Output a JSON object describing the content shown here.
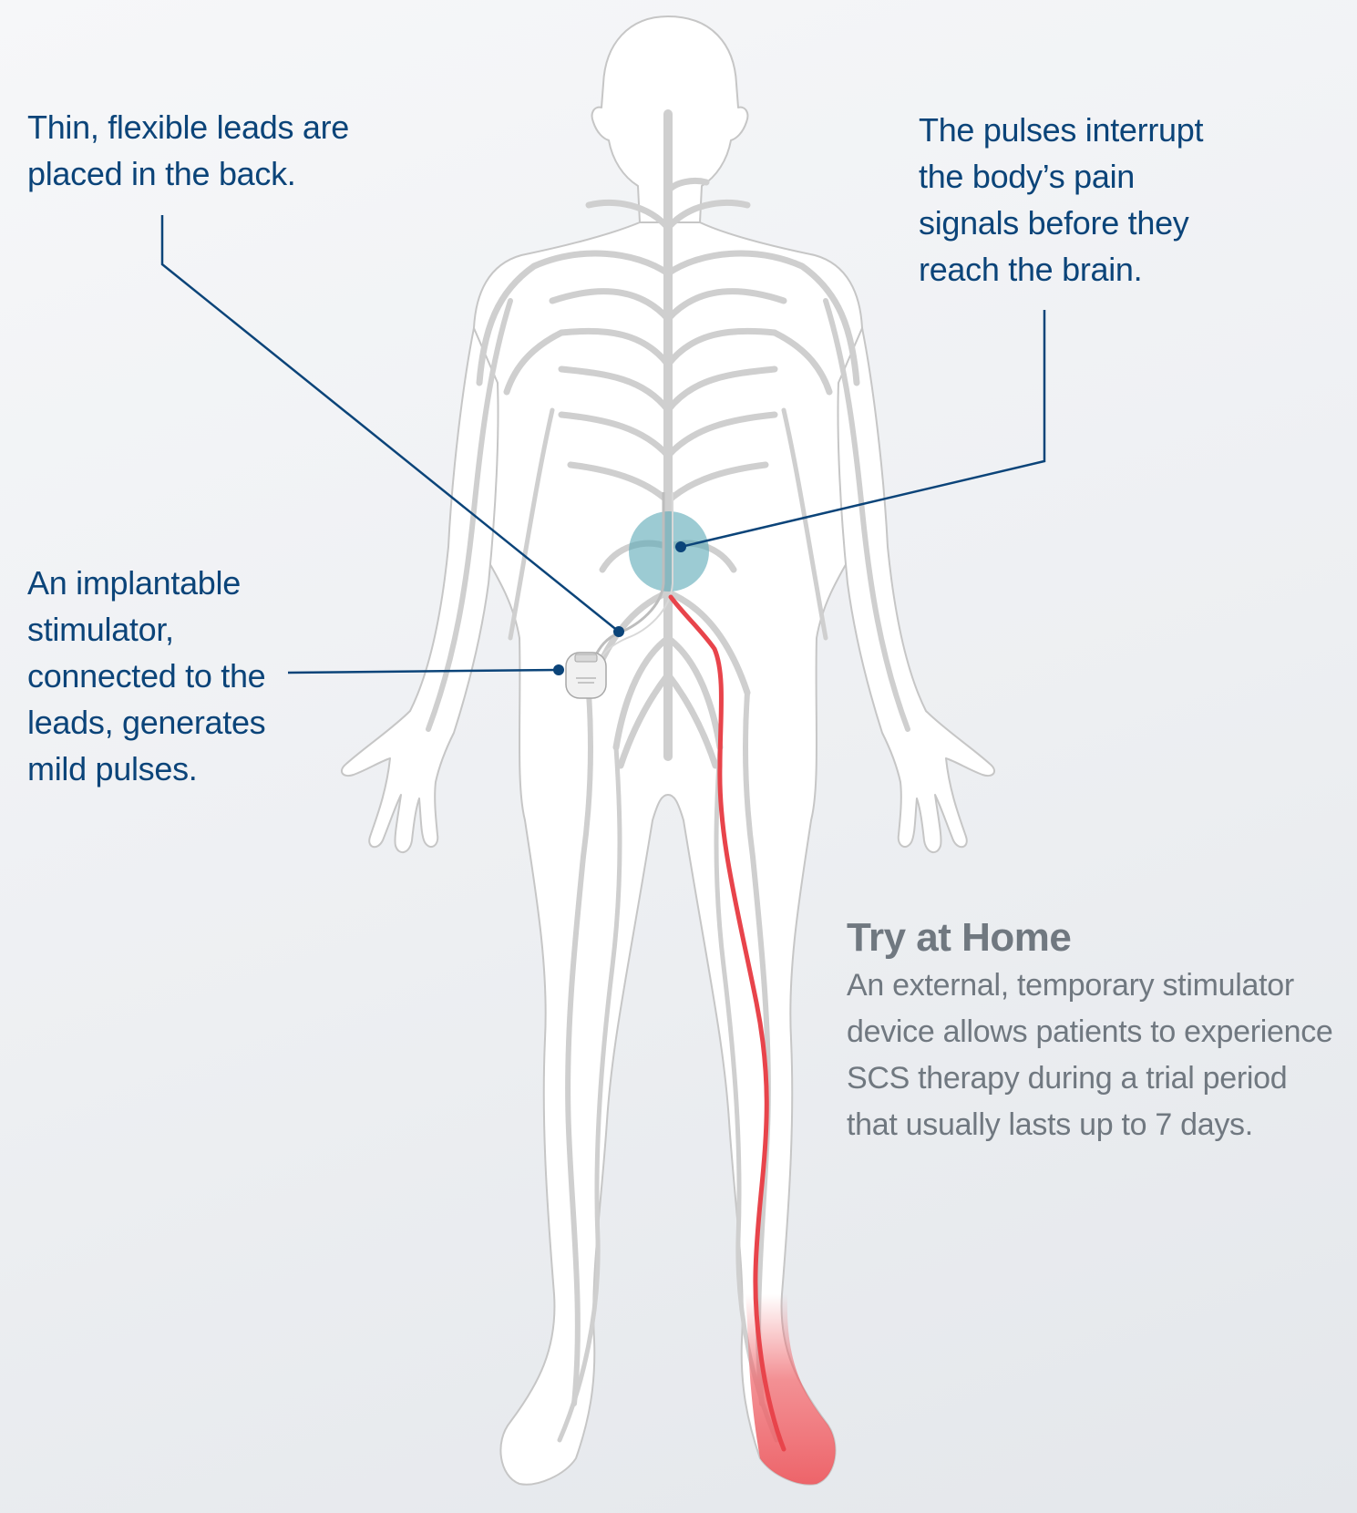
{
  "callouts": {
    "leads": "Thin, flexible leads are\nplaced in the back.",
    "pulses": "The pulses interrupt\nthe body’s pain\nsignals before they\nreach the brain.",
    "stimulator": "An implantable\nstimulator,\nconnected to the\nleads, generates\nmild pulses."
  },
  "trial": {
    "heading": "Try at Home",
    "body": "An external, temporary stimulator device allows patients to experience SCS therapy during a trial period that usually lasts up to 7 days."
  },
  "colors": {
    "callout_text": "#0b4479",
    "leader_line": "#0b4479",
    "trial_text": "#707880",
    "body_fill": "#ffffff",
    "body_outline": "#c9c9c9",
    "nerve": "#cfcfcf",
    "pain_nerve": "#e8444b",
    "target_zone": "#5aa9b6"
  }
}
